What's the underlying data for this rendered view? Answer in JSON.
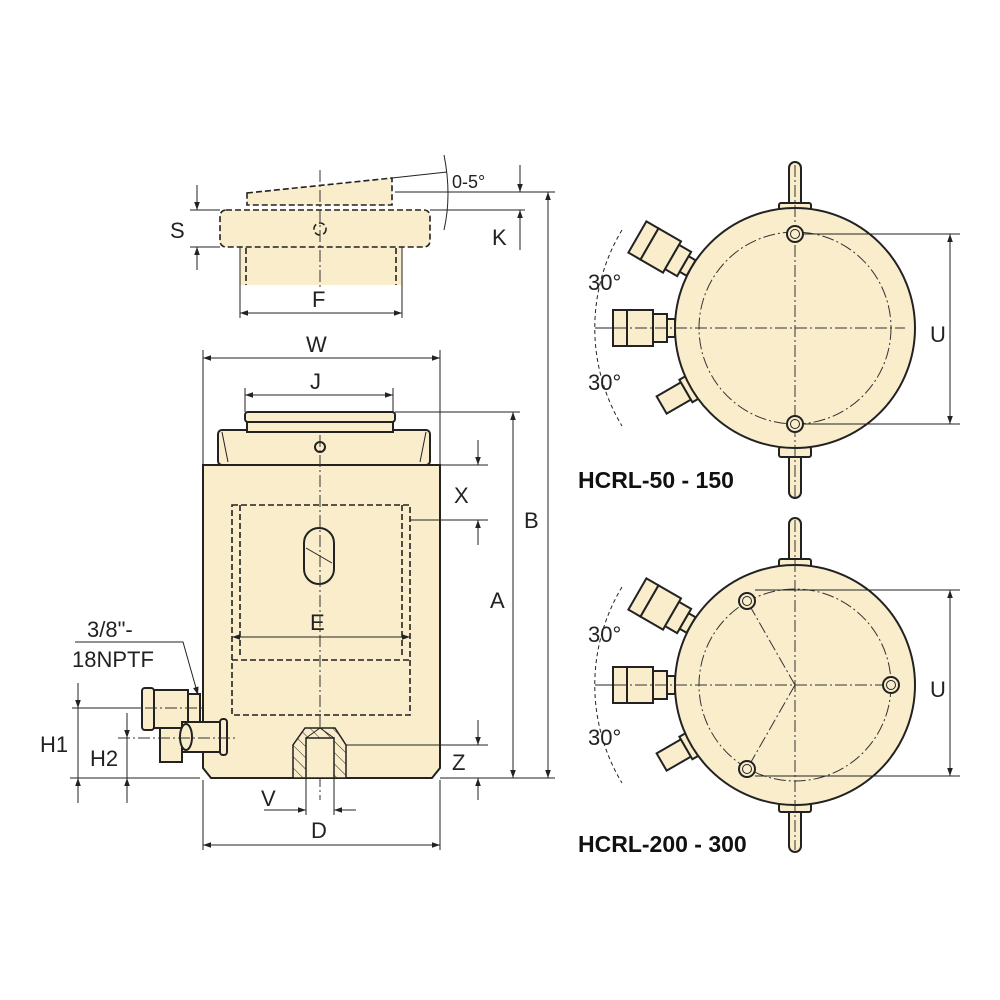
{
  "colors": {
    "fill": "#f9edcc",
    "line": "#222222"
  },
  "side_view": {
    "labels": {
      "S": "S",
      "F": "F",
      "K": "K",
      "angle": "0-5°",
      "W": "W",
      "J": "J",
      "X": "X",
      "B": "B",
      "A": "A",
      "E": "E",
      "Z": "Z",
      "V": "V",
      "D": "D",
      "H1": "H1",
      "H2": "H2"
    },
    "port_label_line1": "3/8\"-",
    "port_label_line2": "18NPTF"
  },
  "top_views": [
    {
      "title": "HCRL-50 - 150",
      "angle_top": "30°",
      "angle_bottom": "30°",
      "U": "U"
    },
    {
      "title": "HCRL-200 - 300",
      "angle_top": "30°",
      "angle_bottom": "30°",
      "U": "U"
    }
  ]
}
